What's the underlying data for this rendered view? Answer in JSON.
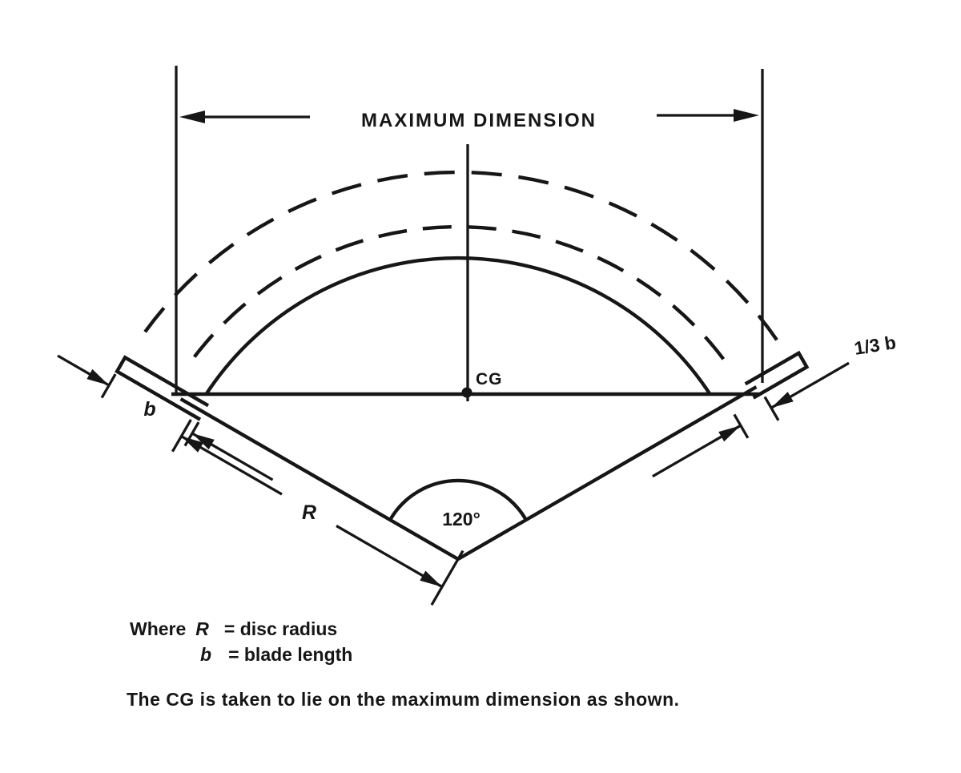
{
  "colors": {
    "ink": "#161616",
    "paper": "#ffffff"
  },
  "diagram": {
    "title": "MAXIMUM DIMENSION",
    "cg_label": "CG",
    "angle_label": "120°",
    "disc_radius_label": "R",
    "blade_length_label": "b",
    "tip_extension_label": "1/3 b"
  },
  "legend": {
    "intro": "Where",
    "entries": [
      {
        "symbol": "R",
        "definition": "= disc radius"
      },
      {
        "symbol": "b",
        "definition": "= blade length"
      }
    ]
  },
  "note": "The CG is taken to lie on the maximum dimension as shown."
}
